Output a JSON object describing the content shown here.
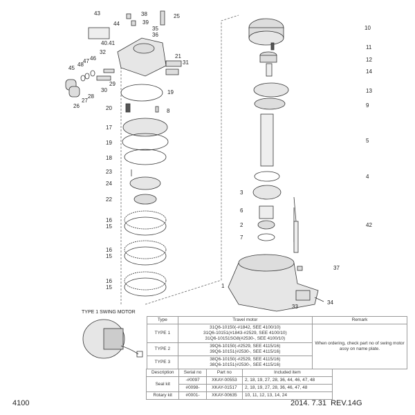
{
  "callouts": {
    "c43": "43",
    "c44": "44",
    "c38": "38",
    "c39": "39",
    "c35": "35",
    "c36": "36",
    "c4041": "40.41",
    "c25": "25",
    "c21": "21",
    "c31": "31",
    "c32": "32",
    "c45": "45",
    "c48": "48",
    "c47": "47",
    "c46": "46",
    "c29": "29",
    "c30": "30",
    "c28": "28",
    "c27": "27",
    "c26": "26",
    "c19a": "19",
    "c20": "20",
    "c8": "8",
    "c17": "17",
    "c19b": "19",
    "c18": "18",
    "c23": "23",
    "c24": "24",
    "c22": "22",
    "c16a": "16",
    "c15a": "15",
    "c16b": "16",
    "c15b": "15",
    "c16c": "16",
    "c15c": "15",
    "c10": "10",
    "c11": "11",
    "c12": "12",
    "c14": "14",
    "c13": "13",
    "c9": "9",
    "c5": "5",
    "c4": "4",
    "c3": "3",
    "c6": "6",
    "c42": "42",
    "c2": "2",
    "c7": "7",
    "c37": "37",
    "c1": "1",
    "c33": "33",
    "c34": "34"
  },
  "inset_title": "TYPE 1 SWING MOTOR",
  "type_table": {
    "headers": [
      "Type",
      "Travel motor",
      "Remark"
    ],
    "rows": [
      {
        "type": "TYPE 1",
        "motors": [
          "31Q6-10150(-#1842, SEE 4100/10)",
          "31Q6-10151(#1843-#2529, SEE 4100/10)",
          "31Q6-10151SG8(#2530-, SEE 4100/10)"
        ]
      },
      {
        "type": "TYPE 2",
        "motors": [
          "39Q6-10150(-#2529, SEE 4115/16)",
          "39Q6-10151(#2530-, SEE 4115/16)"
        ]
      },
      {
        "type": "TYPE 3",
        "motors": [
          "38Q6-10150(-#2529, SEE 4115/16)",
          "38Q6-10151(#2530-, SEE 4115/16)"
        ]
      }
    ],
    "remark": "When ordering, check part no of swing motor assy on name plate."
  },
  "kit_table": {
    "headers": [
      "Description",
      "Serial no",
      "Part no",
      "Included item"
    ],
    "rows": [
      {
        "desc": "Seal kit",
        "serial": "-#0097",
        "part": "XKAY-00553",
        "items": "2, 18, 19, 27, 28, 36, 44, 46, 47, 48"
      },
      {
        "desc": "",
        "serial": "#0098-",
        "part": "XKAY-01517",
        "items": "2, 18, 19, 27, 28, 36, 46, 47, 48"
      },
      {
        "desc": "Rotary kit",
        "serial": "#0001-",
        "part": "XKAY-00635",
        "items": "10, 11, 12, 13, 14, 24"
      }
    ]
  },
  "footer": {
    "page": "4100",
    "revision": "2014. 7.31  REV.14G"
  }
}
